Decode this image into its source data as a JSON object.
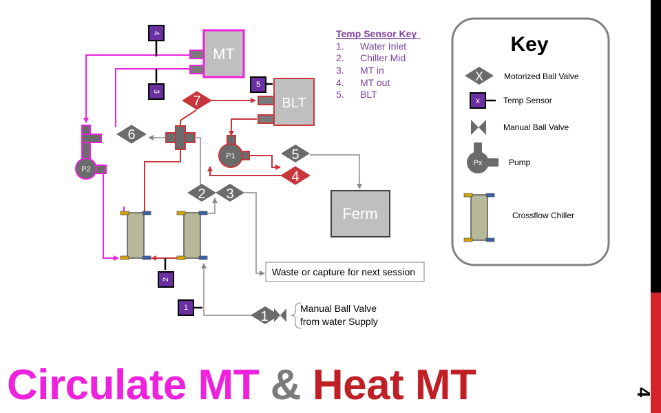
{
  "title": {
    "part1": "Circulate MT",
    "part2": "&",
    "part3": "Heat MT"
  },
  "slide_number": "4",
  "temp_sensor_key": {
    "heading": "Temp Sensor Key",
    "items": [
      {
        "num": "1.",
        "label": "Water Inlet"
      },
      {
        "num": "2.",
        "label": "Chiller Mid"
      },
      {
        "num": "3.",
        "label": "MT in"
      },
      {
        "num": "4.",
        "label": "MT out"
      },
      {
        "num": "5.",
        "label": "BLT"
      }
    ]
  },
  "key": {
    "heading": "Key",
    "motorized_symbol": "X",
    "motorized_label": "Motorized Ball Valve",
    "sensor_symbol": "x",
    "sensor_label": "Temp Sensor",
    "manual_label": "Manual Ball Valve",
    "pump_symbol": "Px",
    "pump_label": "Pump",
    "chiller_label": "Crossflow Chiller"
  },
  "vessels": {
    "mt": "MT",
    "blt": "BLT",
    "ferm": "Ferm"
  },
  "valves": {
    "v1": "1",
    "v2": "2",
    "v3": "3",
    "v4": "4",
    "v5": "5",
    "v6": "6",
    "v7": "7"
  },
  "pumps": {
    "p1": "P1",
    "p2": "P2"
  },
  "sensors": {
    "s1": "1",
    "s2": "2",
    "s3": "3",
    "s4": "4",
    "s5": "5"
  },
  "labels": {
    "waste": "Waste or capture for next session",
    "manual_supply_line1": "Manual Ball Valve",
    "manual_supply_line2": "from water Supply"
  },
  "colors": {
    "magenta": "#ee22dd",
    "red": "#c8363b",
    "gray": "#8a8a8a",
    "dark_gray": "#6b6b6b",
    "vessel_fill": "#bfbfbf",
    "sensor_purple": "#6a2fa0",
    "chiller_fill": "#b8b89a",
    "key_purple": "#7a3fa3"
  }
}
